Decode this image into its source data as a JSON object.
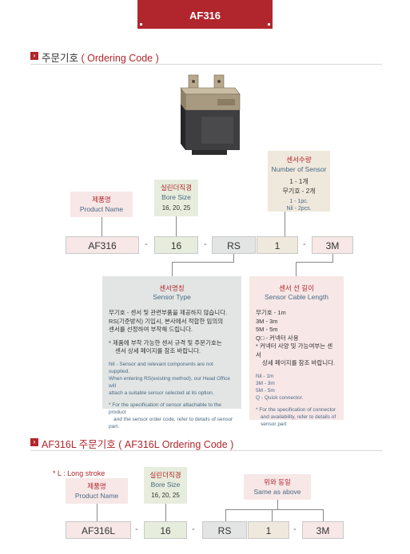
{
  "banner": {
    "title": "AF316"
  },
  "section1": {
    "title_ko": "주문기호",
    "title_en": "( Ordering Code )"
  },
  "section2": {
    "title_ko": "AF316L 주문기호",
    "title_en": "( AF316L Ordering Code )"
  },
  "labels": {
    "product_ko": "제품명",
    "product_en": "Product Name",
    "bore_ko": "실린더직경",
    "bore_en": "Bore Size",
    "bore_vals": "16, 20, 25",
    "sensor_num_ko": "센서수량",
    "sensor_num_en": "Number of Sensor",
    "sensor_num_1": "1 - 1개",
    "sensor_num_2": "무기호 - 2개",
    "sensor_num_3": "1 - 1pc.",
    "sensor_num_4": "Nil - 2pcs.",
    "same_ko": "위와 동일",
    "same_en": "Same as above"
  },
  "codes1": [
    "AF316",
    "16",
    "RS",
    "1",
    "3M"
  ],
  "codes2": [
    "AF316L",
    "16",
    "RS",
    "1",
    "3M"
  ],
  "dash": "-",
  "long_stroke_note": "* L : Long stroke",
  "sensor_type": {
    "ko": "센서명칭",
    "en": "Sensor Type",
    "p1": "무기호 - 센서 및 관련부품을 제공하지 않습니다.",
    "p2": "RS(기준방식) 기입시, 본사에서 적합한 임의의",
    "p3": "센서를 선정하여 부착해 드립니다.",
    "p4": "* 제품에 부착 가능한 센서 규격 및 주문기호는",
    "p5": "센서 상세 페이지를 참조 바랍니다.",
    "e1": "Nil - Sensor and relevant components are not supplied.",
    "e2": "When entering RS(existing method), our Head Office will",
    "e3": "attach a suitable sensor selected at its option.",
    "e4": "* For the specification of sensor attachable to the product",
    "e5": "and the sensor order code, refer to details of sensor part."
  },
  "cable": {
    "ko": "센서 선 길이",
    "en": "Sensor Cable Length",
    "l1": "무기호 - 1m",
    "l2": "3M - 3m",
    "l3": "5M - 5m",
    "l4": "Q□ - 커넥터 사용",
    "l5": "* 커넥터 사양 및 가능여부는 센서",
    "l6": "상세 페이지를 참조 바랍니다.",
    "e1": "Nil - 1m",
    "e2": "3M - 3m",
    "e3": "5M - 5m",
    "e4": "Q - Quick connector.",
    "e5": "* For the specification of connector",
    "e6": "and availability, refer to details of",
    "e7": "sensor part"
  }
}
